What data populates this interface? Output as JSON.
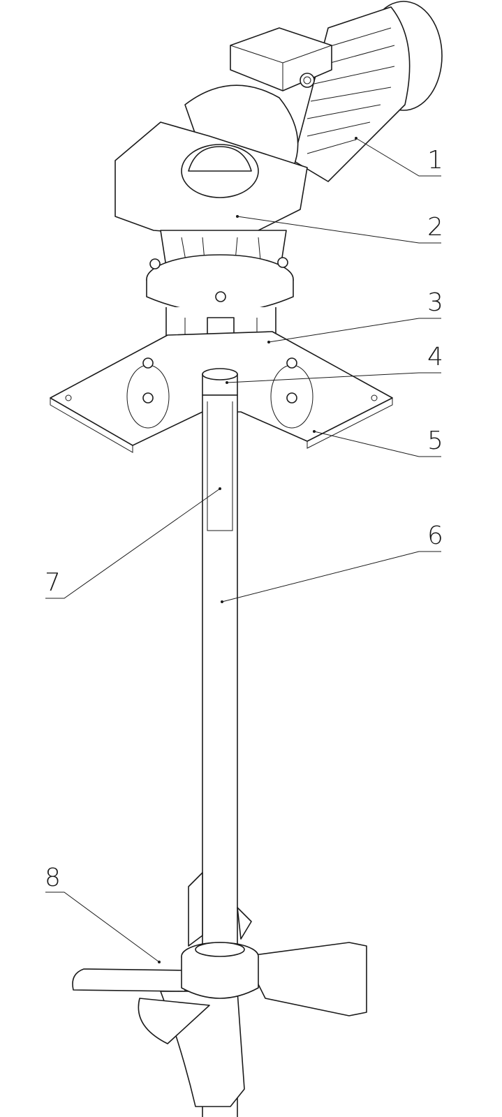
{
  "diagram": {
    "callouts": [
      {
        "id": "1",
        "text": "1"
      },
      {
        "id": "2",
        "text": "2"
      },
      {
        "id": "3",
        "text": "3"
      },
      {
        "id": "4",
        "text": "4"
      },
      {
        "id": "5",
        "text": "5"
      },
      {
        "id": "6",
        "text": "6"
      },
      {
        "id": "7",
        "text": "7"
      },
      {
        "id": "8",
        "text": "8"
      }
    ],
    "line_color": "#1a1a1a"
  }
}
